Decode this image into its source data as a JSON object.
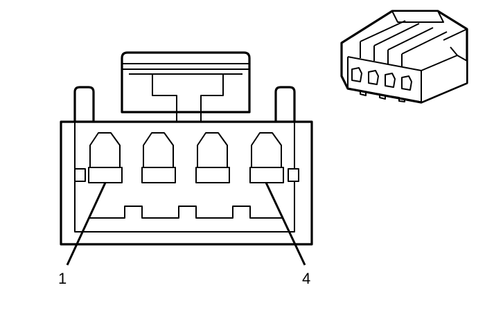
{
  "diagram": {
    "terminal_labels": [
      {
        "id": "pin-1",
        "text": "1"
      },
      {
        "id": "pin-4",
        "text": "4"
      }
    ],
    "pin_count": 4,
    "colors": {
      "line": "#000000",
      "background": "#ffffff"
    }
  }
}
